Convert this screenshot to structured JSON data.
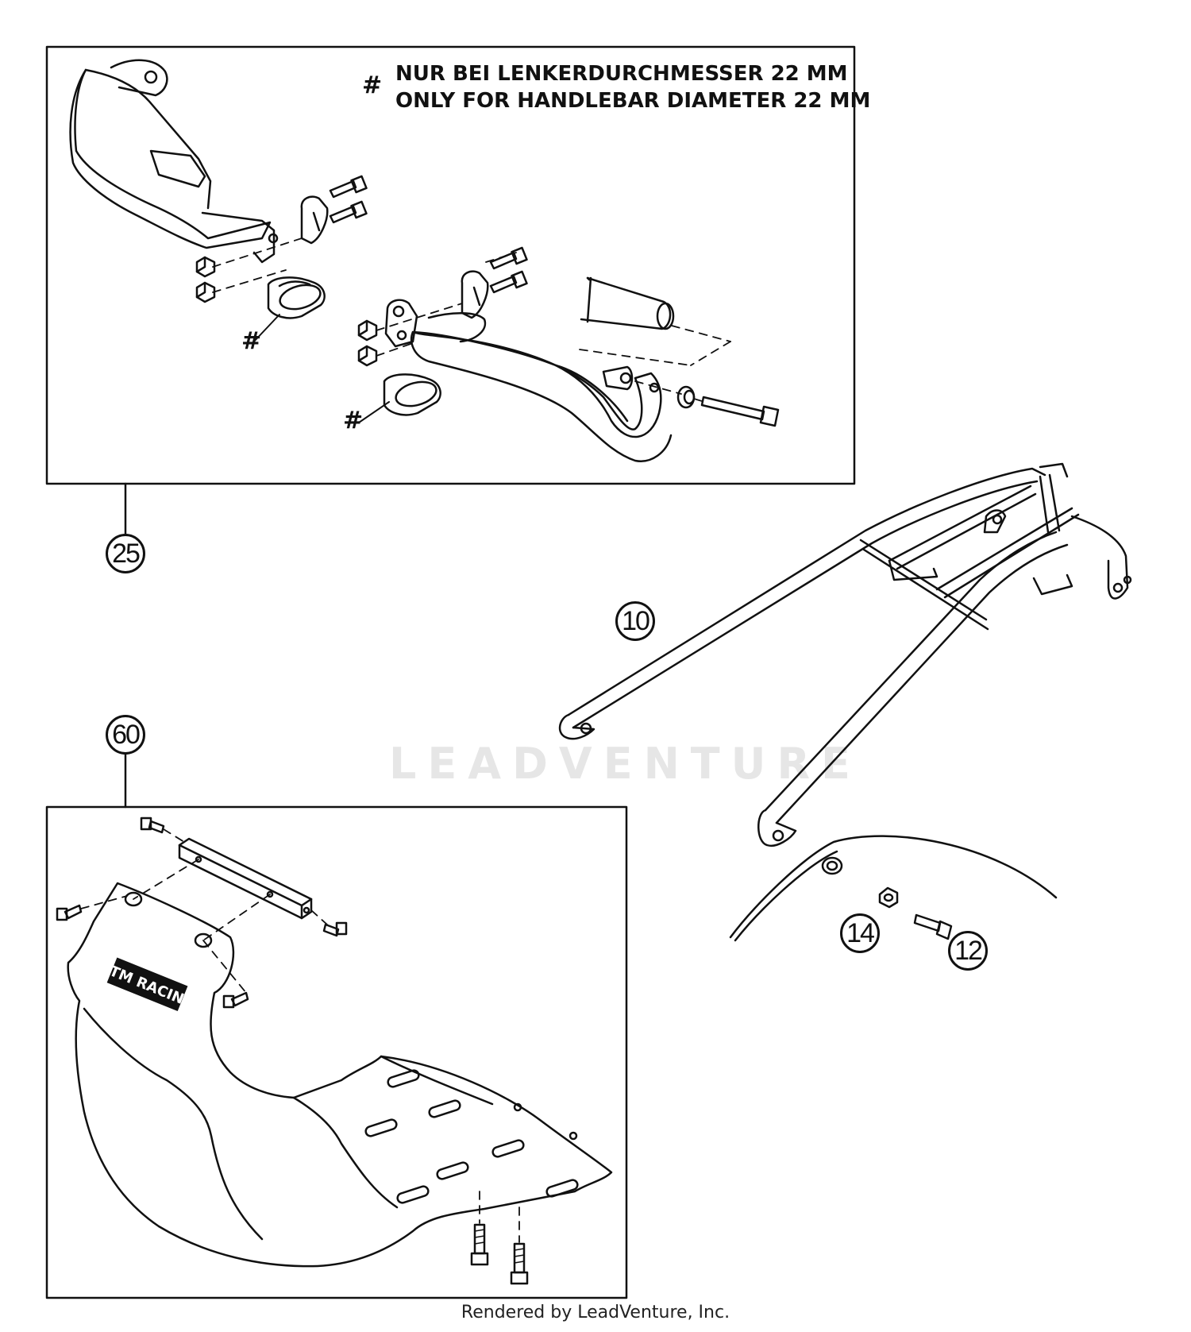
{
  "note": {
    "symbol": "#",
    "line_de": "NUR BEI LENKERDURCHMESSER 22 MM",
    "line_en": "ONLY FOR HANDLEBAR DIAMETER 22 MM"
  },
  "callouts": {
    "handguards": "25",
    "rack": "10",
    "skid_plate": "60",
    "washer": "14",
    "screw": "12"
  },
  "hash_marks": [
    "#",
    "#"
  ],
  "logo_text": "KTM RACING",
  "watermark": "LEADVENTURE",
  "footer": "Rendered by LeadVenture, Inc."
}
